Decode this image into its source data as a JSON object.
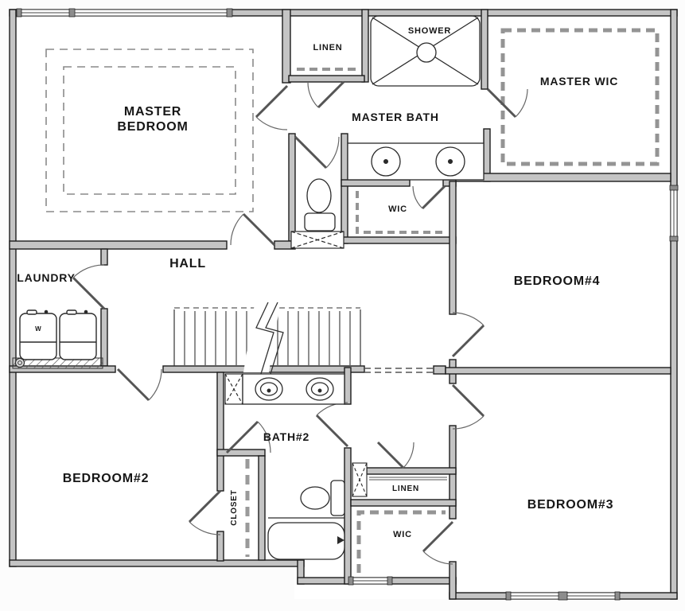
{
  "plan": {
    "colors": {
      "wall_fill": "#c4c4c4",
      "wall_stroke": "#1c1c1c",
      "fixture_line": "#2a2a2a",
      "dashed_gray": "#949494",
      "floor": "#ffffff",
      "text": "#161616"
    },
    "rooms": {
      "master_bedroom": {
        "line1": "MASTER",
        "line2": "BEDROOM"
      },
      "master_bath": {
        "label": "MASTER BATH"
      },
      "master_wic": {
        "label": "MASTER WIC"
      },
      "shower": {
        "label": "SHOWER"
      },
      "linen_upper": {
        "label": "LINEN"
      },
      "wic_middle": {
        "label": "WIC"
      },
      "bedroom_4": {
        "label": "BEDROOM#4"
      },
      "hall": {
        "label": "HALL"
      },
      "laundry": {
        "label": "LAUNDRY"
      },
      "bedroom_2": {
        "label": "BEDROOM#2"
      },
      "bath_2": {
        "label": "BATH#2"
      },
      "closet": {
        "label": "CLOSET"
      },
      "linen_lower": {
        "label": "LINEN"
      },
      "wic_lower": {
        "label": "WIC"
      },
      "bedroom_3": {
        "label": "BEDROOM#3"
      }
    },
    "fixtures": {
      "washer": {
        "label": "W"
      }
    }
  }
}
